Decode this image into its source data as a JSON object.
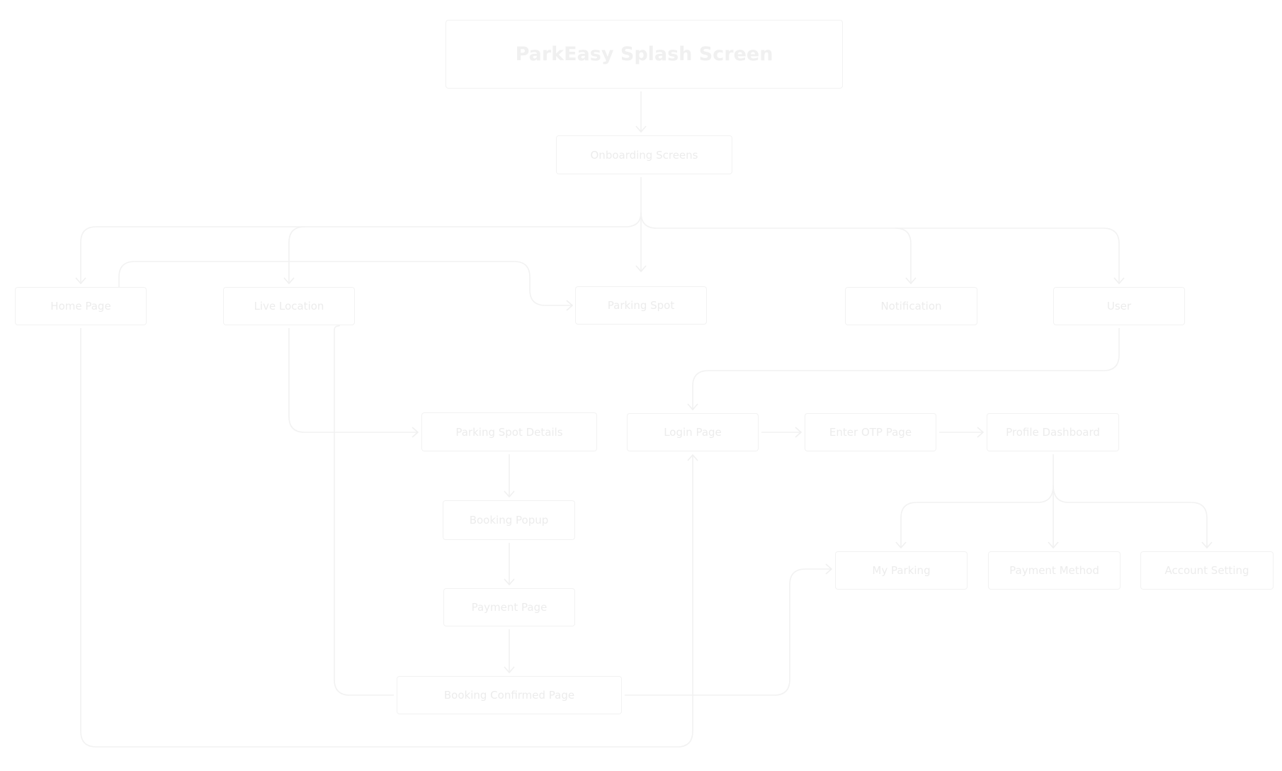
{
  "diagram": {
    "title": "ParkEasy Splash Screen",
    "nodes": {
      "splash": "ParkEasy Splash Screen",
      "onboarding": "Onboarding Screens",
      "home": "Home Page",
      "live_location": "Live Location",
      "parking_spot": "Parking Spot",
      "notification": "Notification",
      "user": "User",
      "parking_spot_details": "Parking Spot Details",
      "login": "Login Page",
      "enter_otp": "Enter OTP Page",
      "profile_dashboard": "Profile Dashboard",
      "booking_popup": "Booking Popup",
      "payment_page": "Payment Page",
      "booking_confirmed": "Booking Confirmed Page",
      "my_parking": "My Parking",
      "payment_method": "Payment Method",
      "account_setting": "Account Setting"
    },
    "edges": [
      {
        "from": "splash",
        "to": "onboarding"
      },
      {
        "from": "onboarding",
        "to": "home"
      },
      {
        "from": "onboarding",
        "to": "live_location"
      },
      {
        "from": "onboarding",
        "to": "parking_spot"
      },
      {
        "from": "onboarding",
        "to": "notification"
      },
      {
        "from": "onboarding",
        "to": "user"
      },
      {
        "from": "home",
        "to": "parking_spot"
      },
      {
        "from": "home",
        "to": "login"
      },
      {
        "from": "live_location",
        "to": "parking_spot_details"
      },
      {
        "from": "parking_spot_details",
        "to": "booking_popup"
      },
      {
        "from": "booking_popup",
        "to": "payment_page"
      },
      {
        "from": "payment_page",
        "to": "booking_confirmed"
      },
      {
        "from": "booking_confirmed",
        "to": "live_location"
      },
      {
        "from": "booking_confirmed",
        "to": "my_parking"
      },
      {
        "from": "user",
        "to": "login"
      },
      {
        "from": "login",
        "to": "enter_otp"
      },
      {
        "from": "enter_otp",
        "to": "profile_dashboard"
      },
      {
        "from": "profile_dashboard",
        "to": "my_parking"
      },
      {
        "from": "profile_dashboard",
        "to": "payment_method"
      },
      {
        "from": "profile_dashboard",
        "to": "account_setting"
      }
    ]
  },
  "colors": {
    "background": "#ffffff",
    "stroke": "#f2f2f2",
    "text": "#ececec"
  }
}
